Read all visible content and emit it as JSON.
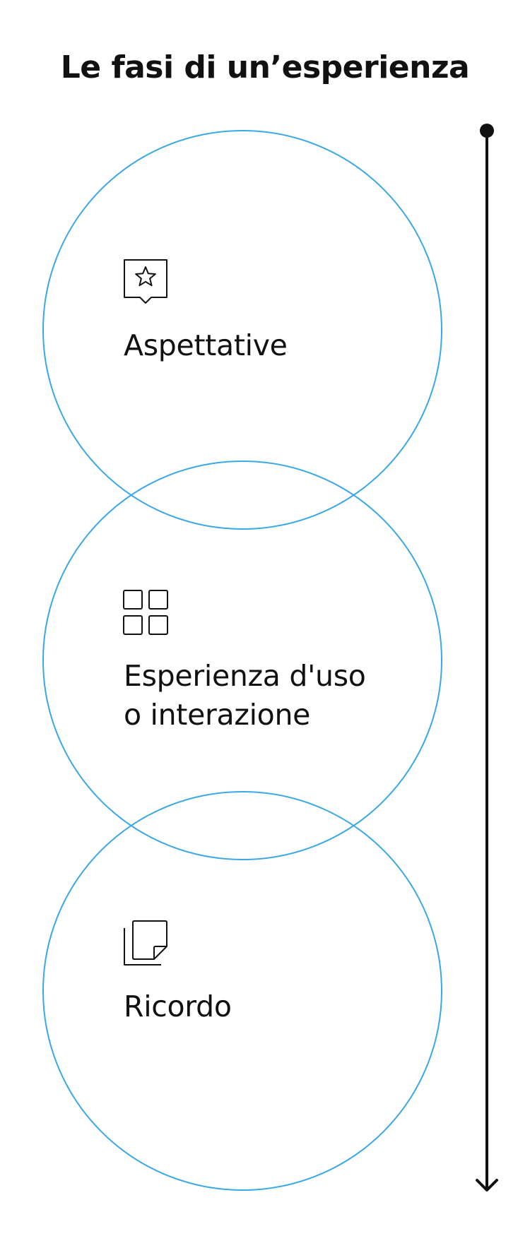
{
  "title": "Le fasi di un’esperienza",
  "colors": {
    "circle_stroke": "#3aa8e6",
    "text": "#111111",
    "arrow": "#111111"
  },
  "stages": [
    {
      "label": "Aspettative",
      "icon": "star-speech-bubble-icon"
    },
    {
      "label_line1": "Esperienza d'uso",
      "label_line2": "o interazione",
      "icon": "grid-squares-icon"
    },
    {
      "label": "Ricordo",
      "icon": "stacked-notes-icon"
    }
  ]
}
